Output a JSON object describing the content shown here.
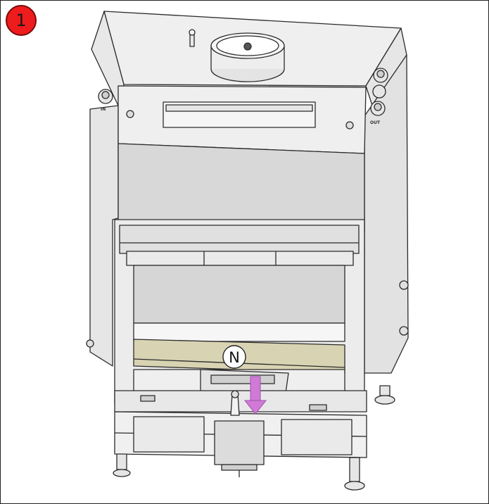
{
  "step": {
    "number": "1"
  },
  "callouts": [
    {
      "label": "N"
    }
  ],
  "ports": {
    "in_label": "IN",
    "out_label": "OUT"
  },
  "colors": {
    "outline": "#2b2b2b",
    "body_gray": "#e2e2e2",
    "panel_gray": "#d8d8d8",
    "sand": "#d8d3b2",
    "arrow_magenta": "#d07ad8",
    "badge_red": "#ee1c1c"
  }
}
